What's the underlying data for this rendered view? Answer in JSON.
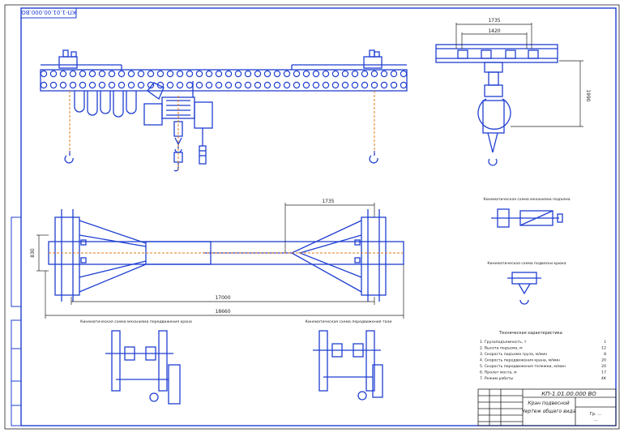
{
  "sheet": {
    "stamp_code_top": "КП-1.01.00.000.ВО",
    "title_block": {
      "code": "КП-1.01.00.000 ВО",
      "name_line1": "Кран подвесной",
      "name_line2": "Чертеж общего вида",
      "org_line1": "Гр. ... ",
      "org_line2": "... "
    },
    "side_stamp_label": ""
  },
  "dimensions": {
    "top_view_span_upper": "1735",
    "top_view_span_lower": "1420",
    "side_height": "1990",
    "plan_offset": "1735",
    "plan_left_height": "830",
    "plan_span_inner": "17000",
    "plan_span_outer": "18660"
  },
  "captions": {
    "hoist_kinematic": "Кинематическая схема механизма подъема",
    "trolley_kinematic": "Кинематическая схема механизма передвижения крана",
    "trolley_kinematic2": "Кинематическая схема передвижения тали",
    "hook_kinematic": "Кинематическая схема подвески крюка"
  },
  "specs": {
    "heading": "Техническая характеристика",
    "items": [
      {
        "label": "1. Грузоподъемность, т",
        "value": "1"
      },
      {
        "label": "2. Высота подъема, м",
        "value": "12"
      },
      {
        "label": "3. Скорость подъема груза, м/мин",
        "value": "8"
      },
      {
        "label": "4. Скорость передвижения крана, м/мин",
        "value": "20"
      },
      {
        "label": "5. Скорость передвижения тележки, м/мин",
        "value": "20"
      },
      {
        "label": "6. Пролет моста, м",
        "value": "17"
      },
      {
        "label": "7. Режим работы",
        "value": "4К"
      }
    ]
  },
  "colors": {
    "line": "#1f3fd1",
    "dim": "#222222",
    "axis": "#e07a1a"
  }
}
